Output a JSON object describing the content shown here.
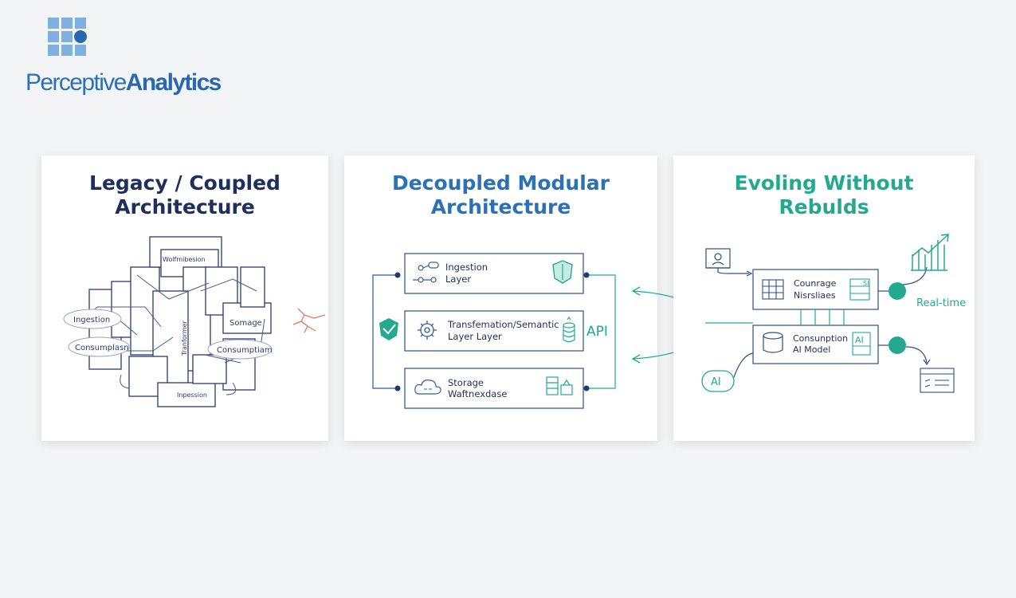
{
  "logo": {
    "word1": "Perceptive",
    "word2": "Analytics"
  },
  "panels": {
    "legacy": {
      "title_line1": "Legacy / Coupled",
      "title_line2": "Architecture",
      "labels": [
        "Ingestion",
        "Consumplasn",
        "Somage",
        "Consumptiam",
        "Wolfmibesion",
        "Tranformer",
        "Inpession"
      ]
    },
    "decoupled": {
      "title_line1": "Decoupled Modular",
      "title_line2": "Architecture",
      "layers": [
        {
          "line1": "Ingestion",
          "line2": "Layer"
        },
        {
          "line1": "Transfemation/Semantic",
          "line2": "Layer Layer"
        },
        {
          "line1": "Storage",
          "line2": "Waftnexdase"
        }
      ],
      "api_label": "API"
    },
    "evolving": {
      "title_line1": "Evoling Without",
      "title_line2": "Rebulds",
      "boxes": [
        {
          "line1": "Counrage",
          "line2": "Nisrsliaes",
          "badge": "SI"
        },
        {
          "line1": "Consunption",
          "line2": "AI Model",
          "badge": "AI"
        }
      ],
      "realtime_label": "Real-time",
      "ai_badge": "AI"
    }
  },
  "colors": {
    "navy": "#1f2f5c",
    "blue": "#2a72b5",
    "teal": "#23a98f",
    "crack": "#e07a5f"
  }
}
